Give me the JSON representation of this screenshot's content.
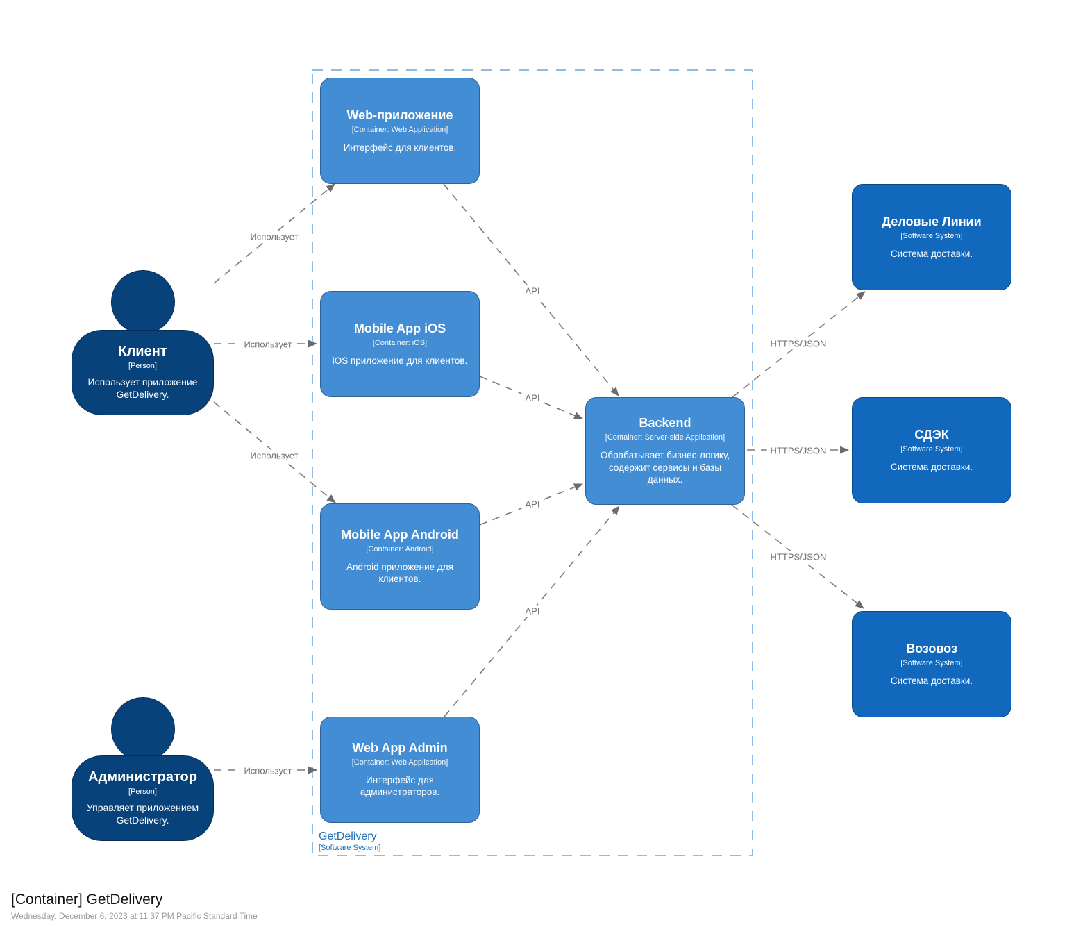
{
  "page": {
    "title": "[Container] GetDelivery",
    "timestamp": "Wednesday, December 6, 2023 at 11:37 PM Pacific Standard Time"
  },
  "boundary": {
    "name": "GetDelivery",
    "type": "[Software System]"
  },
  "nodes": {
    "client": {
      "title": "Клиент",
      "meta": "[Person]",
      "desc": "Использует приложение GetDelivery."
    },
    "admin": {
      "title": "Администратор",
      "meta": "[Person]",
      "desc": "Управляет приложением GetDelivery."
    },
    "web": {
      "title": "Web-приложение",
      "meta": "[Container: Web Application]",
      "desc": "Интерфейс для клиентов."
    },
    "ios": {
      "title": "Mobile App iOS",
      "meta": "[Container: iOS]",
      "desc": "iOS приложение для клиентов."
    },
    "android": {
      "title": "Mobile App Android",
      "meta": "[Container: Android]",
      "desc": "Android приложение для клиентов."
    },
    "webadmin": {
      "title": "Web App Admin",
      "meta": "[Container: Web Application]",
      "desc": "Интерфейс для администраторов."
    },
    "backend": {
      "title": "Backend",
      "meta": "[Container: Server-side Application]",
      "desc": "Обрабатывает бизнес-логику, содержит сервисы и базы данных."
    },
    "delovye": {
      "title": "Деловые Линии",
      "meta": "[Software System]",
      "desc": "Система доставки."
    },
    "sdek": {
      "title": "СДЭК",
      "meta": "[Software System]",
      "desc": "Система доставки."
    },
    "vozovoz": {
      "title": "Возовоз",
      "meta": "[Software System]",
      "desc": "Система доставки."
    }
  },
  "edges": {
    "client_web": {
      "label": "Использует"
    },
    "client_ios": {
      "label": "Использует"
    },
    "client_android": {
      "label": "Использует"
    },
    "admin_webadmin": {
      "label": "Использует"
    },
    "web_backend": {
      "label": "API"
    },
    "ios_backend": {
      "label": "API"
    },
    "android_backend": {
      "label": "API"
    },
    "webadmin_backend": {
      "label": "API"
    },
    "backend_delovye": {
      "label": "HTTPS/JSON"
    },
    "backend_sdek": {
      "label": "HTTPS/JSON"
    },
    "backend_vozovoz": {
      "label": "HTTPS/JSON"
    }
  },
  "colors": {
    "person": "#08427b",
    "container": "#438dd5",
    "external_system": "#1168bd",
    "boundary_stroke": "#8fbce4",
    "boundary_label": "#1f70b8",
    "arrow": "#7a7a7a"
  }
}
